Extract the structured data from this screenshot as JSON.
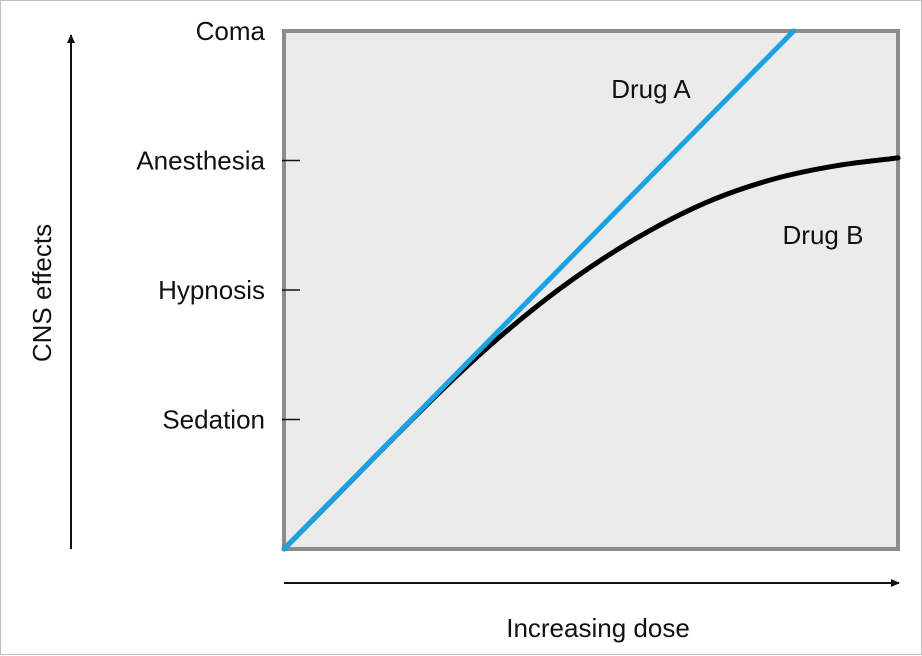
{
  "chart_data": {
    "type": "line",
    "xlabel": "Increasing dose",
    "ylabel": "CNS effects",
    "ylevels": [
      "Sedation",
      "Hypnosis",
      "Anesthesia",
      "Coma"
    ],
    "x_range": [
      0,
      1
    ],
    "y_range": [
      0,
      4
    ],
    "grid": false,
    "background_color": "#ebebeb",
    "series": [
      {
        "name": "Drug A",
        "color": "#1aa3e0",
        "x": [
          0,
          0.83
        ],
        "y": [
          0,
          4
        ]
      },
      {
        "name": "Drug B",
        "color": "#000000",
        "x": [
          0,
          0.1,
          0.2,
          0.3,
          0.4,
          0.5,
          0.6,
          0.7,
          0.8,
          0.9,
          1.0
        ],
        "y": [
          0,
          0.48,
          0.96,
          1.42,
          1.83,
          2.18,
          2.47,
          2.7,
          2.86,
          2.96,
          3.02
        ]
      }
    ]
  }
}
